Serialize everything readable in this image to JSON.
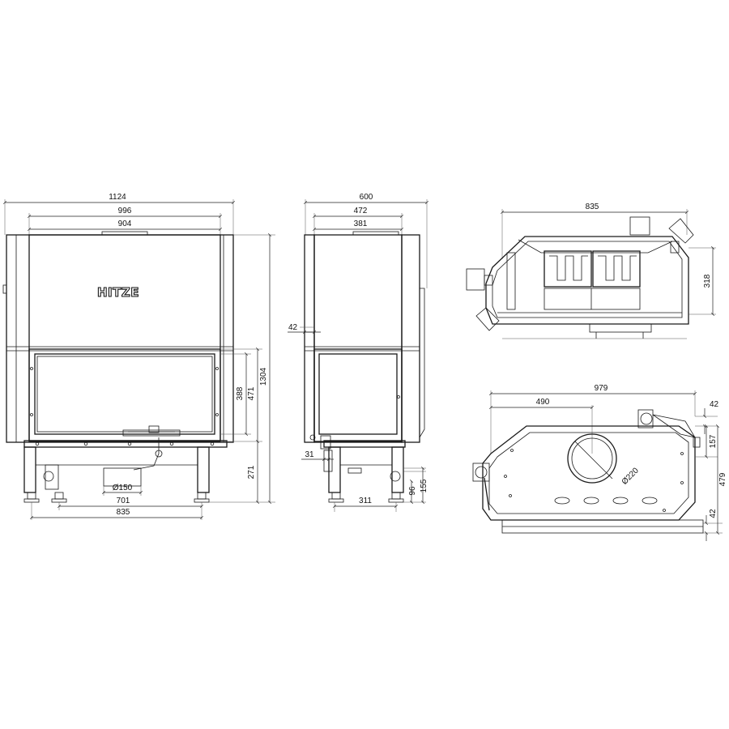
{
  "brand": {
    "logo_text": "HITZE"
  },
  "front_view": {
    "dim_width_total": "1124",
    "dim_width_outer": "996",
    "dim_width_inner": "904",
    "dim_glass_height": "388",
    "dim_door_height": "471",
    "dim_total_height": "1304",
    "dim_base_height": "271",
    "dim_air_inlet": "Ø150",
    "dim_feet_inner": "701",
    "dim_feet_outer": "835"
  },
  "side_view": {
    "dim_depth_total": "600",
    "dim_depth_outer": "472",
    "dim_depth_inner": "381",
    "dim_frame_offset": "42",
    "dim_door_offset": "31",
    "dim_feet_span": "311",
    "dim_inlet_height": "96",
    "dim_base_level": "155"
  },
  "top_side_view": {
    "dim_length": "835",
    "dim_height": "318"
  },
  "top_view": {
    "dim_collar_offset": "490",
    "dim_length": "979",
    "dim_flue": "Ø220",
    "dim_right_top": "42",
    "dim_right_offset": "157",
    "dim_depth": "479",
    "dim_right_bottom": "42"
  }
}
